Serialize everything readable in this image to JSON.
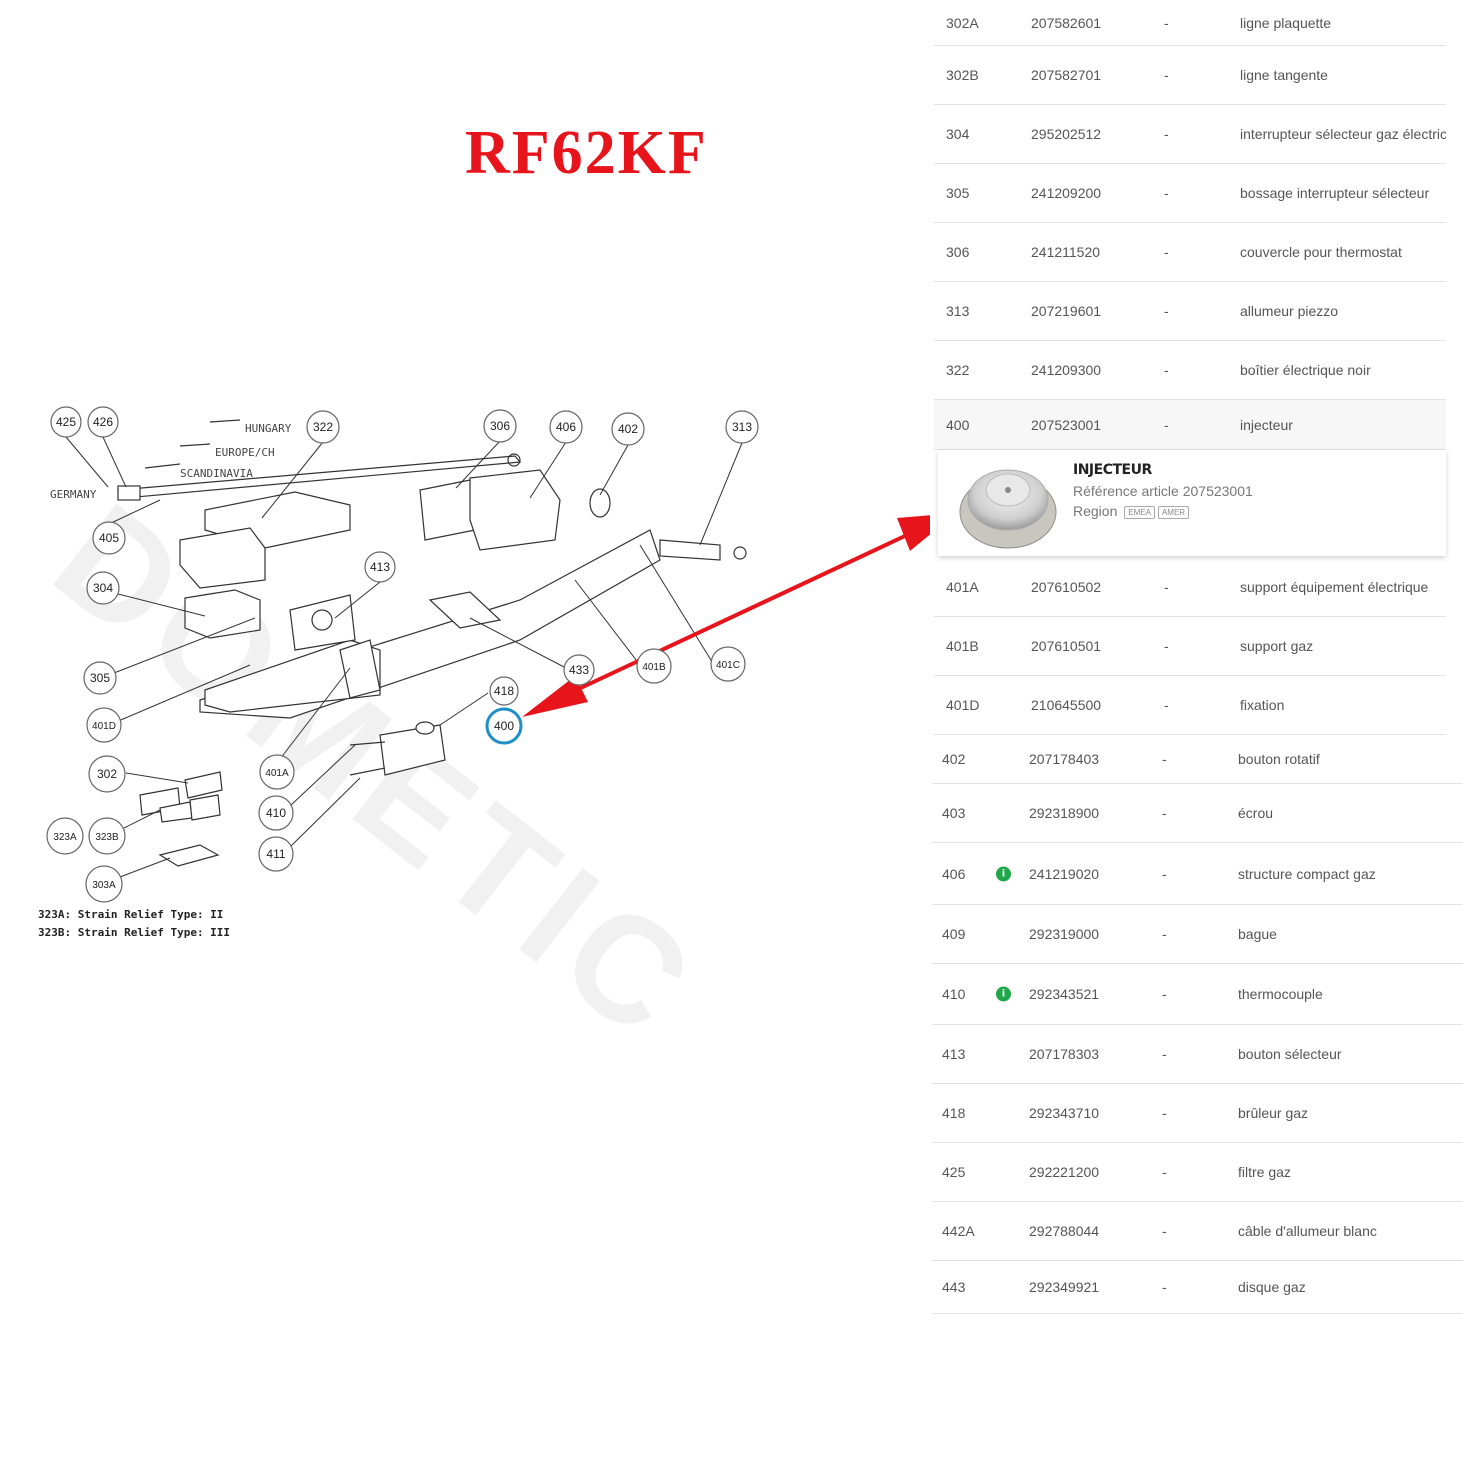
{
  "title": "RF62KF",
  "watermark": "DOMETIC",
  "legend": [
    "323A: Strain Relief Type: II",
    "323B: Strain Relief Type: III"
  ],
  "diagram": {
    "text_labels": [
      "HUNGARY",
      "EUROPE/CH",
      "SCANDINAVIA",
      "GERMANY"
    ],
    "callouts": [
      "425",
      "426",
      "322",
      "306",
      "406",
      "402",
      "313",
      "405",
      "304",
      "413",
      "305",
      "401D",
      "433",
      "401B",
      "401C",
      "418",
      "400",
      "401A",
      "410",
      "411",
      "302",
      "323A",
      "323B",
      "303A"
    ]
  },
  "parts": [
    {
      "pos": "302A",
      "ref": "207582601",
      "dash": "-",
      "desc": "ligne plaquette",
      "info": false
    },
    {
      "pos": "302B",
      "ref": "207582701",
      "dash": "-",
      "desc": "ligne tangente",
      "info": false
    },
    {
      "pos": "304",
      "ref": "295202512",
      "dash": "-",
      "desc": "interrupteur sélecteur gaz électric",
      "info": false
    },
    {
      "pos": "305",
      "ref": "241209200",
      "dash": "-",
      "desc": "bossage interrupteur sélecteur",
      "info": false
    },
    {
      "pos": "306",
      "ref": "241211520",
      "dash": "-",
      "desc": "couvercle pour thermostat",
      "info": false
    },
    {
      "pos": "313",
      "ref": "207219601",
      "dash": "-",
      "desc": "allumeur piezzo",
      "info": false
    },
    {
      "pos": "322",
      "ref": "241209300",
      "dash": "-",
      "desc": "boîtier électrique noir",
      "info": false
    },
    {
      "pos": "400",
      "ref": "207523001",
      "dash": "-",
      "desc": "injecteur",
      "info": false
    },
    {
      "pos": "401A",
      "ref": "207610502",
      "dash": "-",
      "desc": "support équipement électrique",
      "info": false
    },
    {
      "pos": "401B",
      "ref": "207610501",
      "dash": "-",
      "desc": "support gaz",
      "info": false
    },
    {
      "pos": "401D",
      "ref": "210645500",
      "dash": "-",
      "desc": "fixation",
      "info": false
    },
    {
      "pos": "402",
      "ref": "207178403",
      "dash": "-",
      "desc": "bouton rotatif",
      "info": false
    },
    {
      "pos": "403",
      "ref": "292318900",
      "dash": "-",
      "desc": "écrou",
      "info": false
    },
    {
      "pos": "406",
      "ref": "241219020",
      "dash": "-",
      "desc": "structure compact gaz",
      "info": true
    },
    {
      "pos": "409",
      "ref": "292319000",
      "dash": "-",
      "desc": "bague",
      "info": false
    },
    {
      "pos": "410",
      "ref": "292343521",
      "dash": "-",
      "desc": "thermocouple",
      "info": true
    },
    {
      "pos": "413",
      "ref": "207178303",
      "dash": "-",
      "desc": "bouton sélecteur",
      "info": false
    },
    {
      "pos": "418",
      "ref": "292343710",
      "dash": "-",
      "desc": "brûleur gaz",
      "info": false
    },
    {
      "pos": "425",
      "ref": "292221200",
      "dash": "-",
      "desc": "filtre gaz",
      "info": false
    },
    {
      "pos": "442A",
      "ref": "292788044",
      "dash": "-",
      "desc": "câble d'allumeur blanc",
      "info": false
    },
    {
      "pos": "443",
      "ref": "292349921",
      "dash": "-",
      "desc": "disque gaz",
      "info": false
    }
  ],
  "info_icon_glyph": "i",
  "detail": {
    "title": "INJECTEUR",
    "ref_label": "Référence article",
    "ref": "207523001",
    "region_label": "Region",
    "regions": [
      "EMEA",
      "AMER"
    ]
  },
  "colors": {
    "title_red": "#e8141c",
    "arrow_red": "#e8141c",
    "highlight_blue": "#1f8fc8",
    "info_green": "#1fa84a"
  }
}
